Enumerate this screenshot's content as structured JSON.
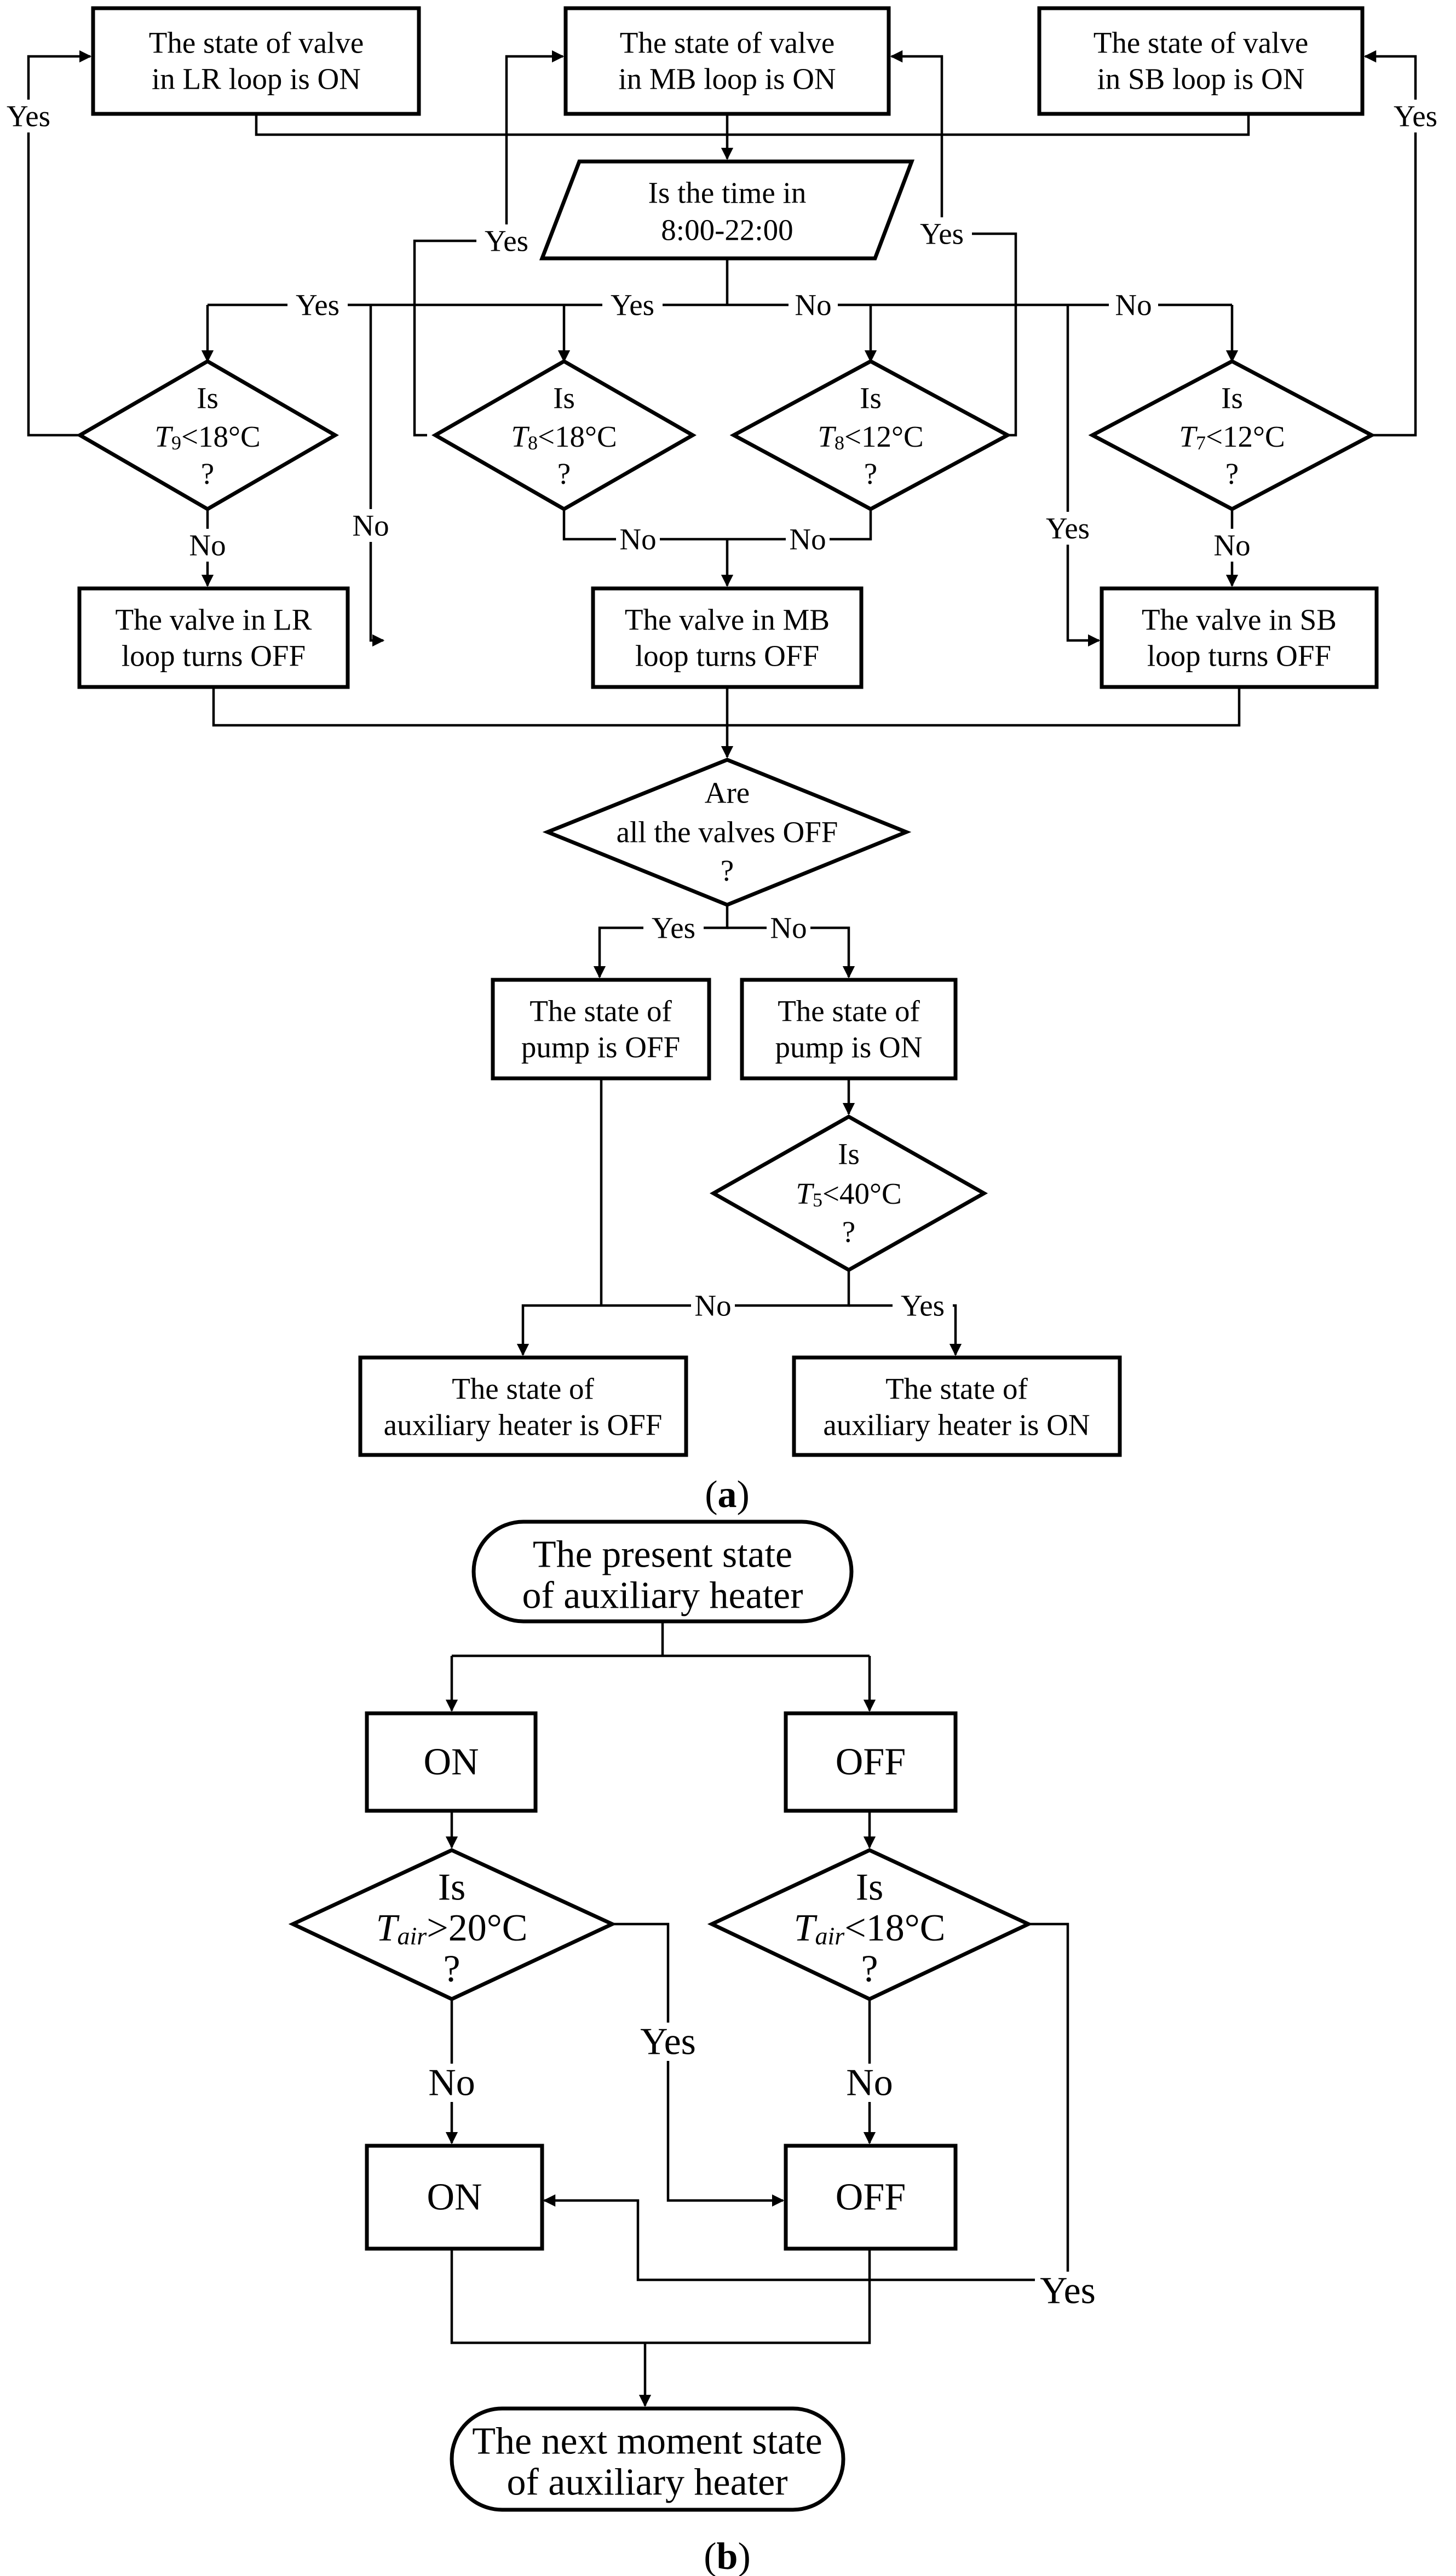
{
  "figure_a": {
    "valve_lr_on": [
      "The state of valve",
      "in LR loop is ON"
    ],
    "valve_mb_on": [
      "The state of valve",
      "in MB loop is ON"
    ],
    "valve_sb_on": [
      "The state of valve",
      "in SB loop is ON"
    ],
    "time_check": [
      "Is the time in",
      "8:00-22:00"
    ],
    "cond_t9": {
      "line1": "Is",
      "var": "T",
      "sub": "9",
      "cond": "<18°C",
      "line3": "?"
    },
    "cond_t8_18": {
      "line1": "Is",
      "var": "T",
      "sub": "8",
      "cond": "<18°C",
      "line3": "?"
    },
    "cond_t8_12": {
      "line1": "Is",
      "var": "T",
      "sub": "8",
      "cond": "<12°C",
      "line3": "?"
    },
    "cond_t7": {
      "line1": "Is",
      "var": "T",
      "sub": "7",
      "cond": "<12°C",
      "line3": "?"
    },
    "valve_lr_off": [
      "The valve in LR",
      "loop turns OFF"
    ],
    "valve_mb_off": [
      "The valve in MB",
      "loop turns OFF"
    ],
    "valve_sb_off": [
      "The valve in SB",
      "loop turns OFF"
    ],
    "all_valves_off": [
      "Are",
      "all the valves OFF",
      "?"
    ],
    "pump_off": [
      "The state of",
      "pump is OFF"
    ],
    "pump_on": [
      "The state of",
      "pump is ON"
    ],
    "cond_t5": {
      "line1": "Is",
      "var": "T",
      "sub": "5",
      "cond": "<40°C",
      "line3": "?"
    },
    "heater_off": [
      "The state of",
      "auxiliary heater is OFF"
    ],
    "heater_on": [
      "The state of",
      "auxiliary heater is ON"
    ],
    "labels": {
      "yes": "Yes",
      "no": "No"
    },
    "caption": {
      "open": "(",
      "letter": "a",
      "close": ")"
    }
  },
  "figure_b": {
    "present_state": [
      "The present state",
      "of auxiliary heater"
    ],
    "on": "ON",
    "off": "OFF",
    "cond_gt20": {
      "line1": "Is",
      "var": "T",
      "sub": "air",
      "cond": ">20°C",
      "line3": "?"
    },
    "cond_lt18": {
      "line1": "Is",
      "var": "T",
      "sub": "air",
      "cond": "<18°C",
      "line3": "?"
    },
    "next_state": [
      "The next moment state",
      "of auxiliary heater"
    ],
    "labels": {
      "yes": "Yes",
      "no": "No"
    },
    "caption": {
      "open": "(",
      "letter": "b",
      "close": ")"
    }
  }
}
